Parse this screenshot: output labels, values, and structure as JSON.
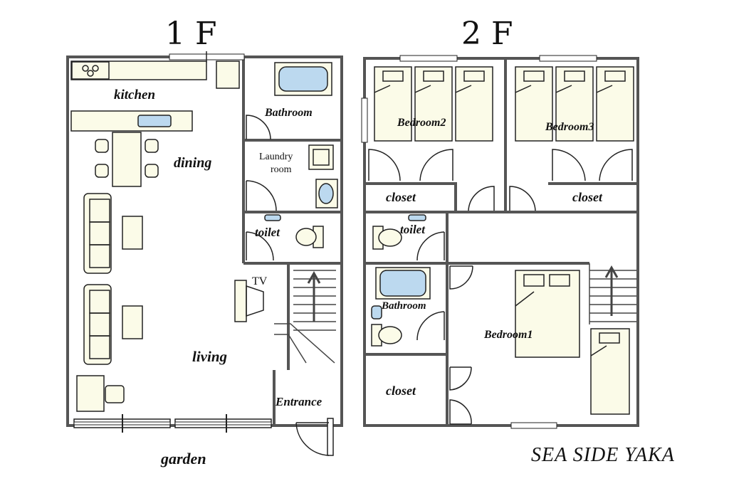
{
  "floors": {
    "first": {
      "title": "1 F",
      "rooms": {
        "kitchen": "kitchen",
        "dining": "dining",
        "living": "living",
        "bathroom": "Bathroom",
        "laundry_line1": "Laundry",
        "laundry_line2": "room",
        "toilet": "toilet",
        "tv": "TV",
        "entrance": "Entrance"
      }
    },
    "second": {
      "title": "2 F",
      "rooms": {
        "bedroom1": "Bedroom1",
        "bedroom2": "Bedroom2",
        "bedroom3": "Bedroom3",
        "closet_left": "closet",
        "closet_right": "closet",
        "closet_bottom": "closet",
        "toilet": "toilet",
        "bathroom": "Bathroom"
      }
    }
  },
  "outside": {
    "garden": "garden"
  },
  "brand": "SEA SIDE YAKA"
}
